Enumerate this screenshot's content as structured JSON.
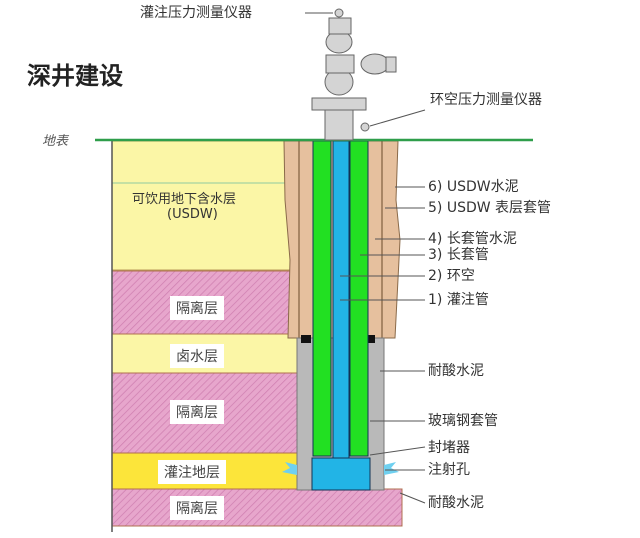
{
  "title": "深井建设",
  "ground_label": "地表",
  "top_labels": {
    "injection_gauge": "灌注压力测量仪器",
    "annulus_gauge": "环空压力测量仪器"
  },
  "strata": {
    "usdw": "可饮用地下含水层",
    "usdw_abbr": "(USDW)",
    "confining1": "隔离层",
    "brine": "卤水层",
    "confining2": "隔离层",
    "injection_zone": "灌注地层",
    "confining3": "隔离层"
  },
  "callouts": [
    "6) USDW水泥",
    "5) USDW 表层套管",
    "4) 长套管水泥",
    "3) 长套管",
    "2) 环空",
    "1) 灌注管",
    "耐酸水泥",
    "玻璃钢套管",
    "封堵器",
    "注射孔",
    "耐酸水泥"
  ],
  "colors": {
    "aquifer": "#fbf6a6",
    "injection": "#fce53a",
    "confining": "#e7a6cc",
    "cement": "#e6c09e",
    "acid_cement": "#b9b9b9",
    "casing": "#22e022",
    "tubing": "#22b4e6",
    "ground": "#2e9e4a"
  }
}
